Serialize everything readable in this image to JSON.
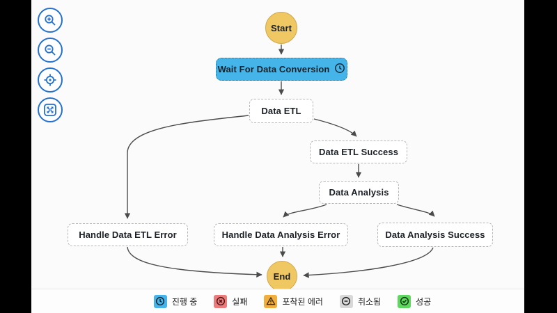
{
  "app": {
    "description": "Step Functions workflow graph viewer",
    "canvas_background": "#fbfbfb",
    "edge_color": "#4b4b4b"
  },
  "controls": [
    {
      "name": "zoom-in",
      "icon": "magnifier-plus-icon"
    },
    {
      "name": "zoom-out",
      "icon": "magnifier-minus-icon"
    },
    {
      "name": "center-view",
      "icon": "crosshair-icon"
    },
    {
      "name": "fit-fullscreen",
      "icon": "expand-arrows-icon"
    }
  ],
  "colors": {
    "terminal_fill": "#efc763",
    "terminal_border": "#d2a94f",
    "in_progress_blue": "#45b4e9",
    "failed_red": "#ec7b7b",
    "caught_error_orange": "#f2ae3d",
    "cancelled_gray": "#d8d8d8",
    "success_green": "#5ed75e",
    "control_blue": "#2470CE"
  },
  "nodes": {
    "start": {
      "label": "Start",
      "type": "terminal"
    },
    "wait": {
      "label": "Wait For Data Conversion",
      "type": "wait",
      "status": "in-progress",
      "icon": "clock-icon"
    },
    "data_etl": {
      "label": "Data ETL",
      "type": "state"
    },
    "data_etl_success": {
      "label": "Data ETL Success",
      "type": "state"
    },
    "data_analysis": {
      "label": "Data Analysis",
      "type": "state"
    },
    "handle_data_etl_error": {
      "label": "Handle Data ETL Error",
      "type": "state"
    },
    "handle_data_analysis_error": {
      "label": "Handle Data Analysis Error",
      "type": "state"
    },
    "data_analysis_success": {
      "label": "Data Analysis Success",
      "type": "state"
    },
    "end": {
      "label": "End",
      "type": "terminal"
    }
  },
  "edges": [
    {
      "from": "Start",
      "to": "Wait For Data Conversion"
    },
    {
      "from": "Wait For Data Conversion",
      "to": "Data ETL"
    },
    {
      "from": "Data ETL",
      "to": "Data ETL Success"
    },
    {
      "from": "Data ETL",
      "to": "Handle Data ETL Error"
    },
    {
      "from": "Data ETL Success",
      "to": "Data Analysis"
    },
    {
      "from": "Data Analysis",
      "to": "Handle Data Analysis Error"
    },
    {
      "from": "Data Analysis",
      "to": "Data Analysis Success"
    },
    {
      "from": "Handle Data ETL Error",
      "to": "End"
    },
    {
      "from": "Handle Data Analysis Error",
      "to": "End"
    },
    {
      "from": "Data Analysis Success",
      "to": "End"
    }
  ],
  "legend": {
    "items": [
      {
        "label": "진행 중",
        "icon": "clock-icon",
        "color": "#45b4e9"
      },
      {
        "label": "실패",
        "icon": "error-x-circle-icon",
        "color": "#ec7b7b"
      },
      {
        "label": "포착된 에러",
        "icon": "warning-triangle-icon",
        "color": "#f2ae3d"
      },
      {
        "label": "취소됨",
        "icon": "minus-circle-icon",
        "color": "#d8d8d8"
      },
      {
        "label": "성공",
        "icon": "check-circle-icon",
        "color": "#5ed75e"
      }
    ]
  }
}
